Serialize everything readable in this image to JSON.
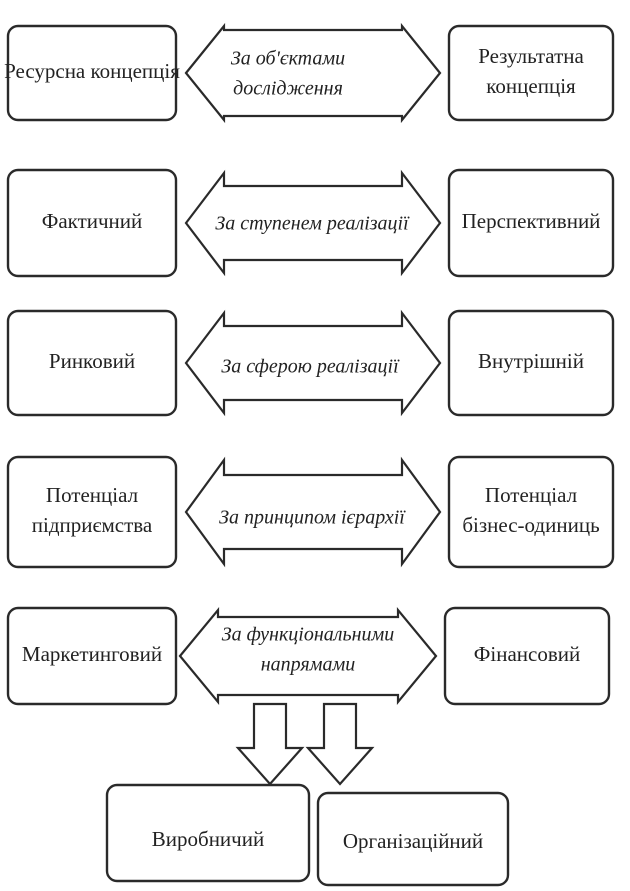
{
  "rows": [
    {
      "category": [
        "За об'єктами",
        "дослідження"
      ],
      "left": [
        "Ресурсна концепція"
      ],
      "right": [
        "Результатна",
        "концепція"
      ]
    },
    {
      "category": [
        "За ступенем реалізації"
      ],
      "left": [
        "Фактичний"
      ],
      "right": [
        "Перспективний"
      ]
    },
    {
      "category": [
        "За сферою реалізації"
      ],
      "left": [
        "Ринковий"
      ],
      "right": [
        "Внутрішній"
      ]
    },
    {
      "category": [
        "За принципом ієрархії"
      ],
      "left": [
        "Потенціал",
        "підприємства"
      ],
      "right": [
        "Потенціал",
        "бізнес-одиниць"
      ]
    },
    {
      "category": [
        "За функціональними",
        "напрямами"
      ],
      "left": [
        "Маркетинговий"
      ],
      "right": [
        "Фінансовий"
      ]
    }
  ],
  "bottom": {
    "left": [
      "Виробничий"
    ],
    "right": [
      "Організаційний"
    ]
  }
}
